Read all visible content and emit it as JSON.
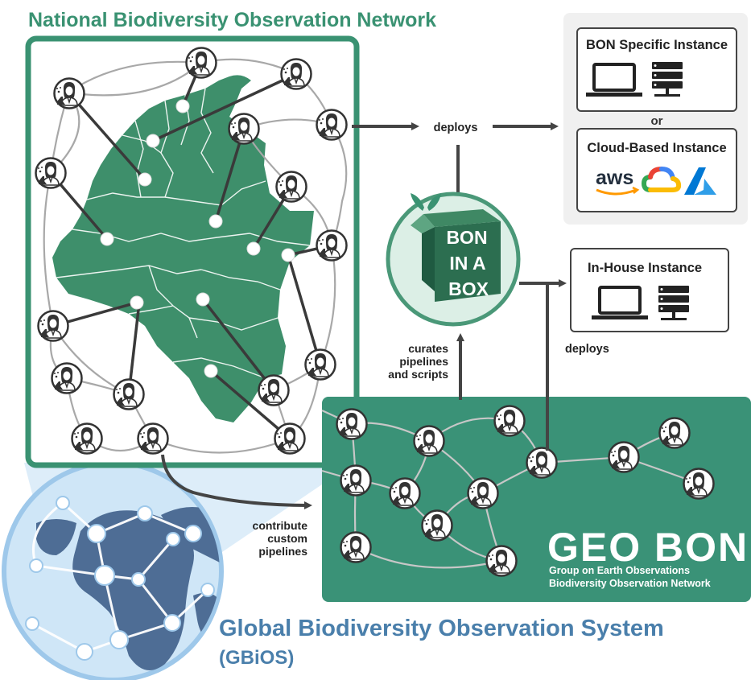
{
  "nbon": {
    "title": "National Biodiversity Observation Network"
  },
  "gbios": {
    "title": "Global Biodiversity Observation System",
    "abbr": "(GBiOS)"
  },
  "instances": {
    "bon_specific": "BON Specific Instance",
    "or": "or",
    "cloud_based": "Cloud-Based Instance",
    "in_house": "In-House Instance",
    "cloud_logos": {
      "aws": "aws"
    }
  },
  "flow": {
    "deploys_top": "deploys",
    "deploys_side": "deploys",
    "curates": [
      "curates",
      "pipelines",
      "and scripts"
    ],
    "contribute": [
      "contribute",
      "custom",
      "pipelines"
    ]
  },
  "box": {
    "lines": [
      "BON",
      "IN A",
      "BOX"
    ]
  },
  "geobon": {
    "logo": "GEO BON",
    "line1": "Group on Earth Observations",
    "line2": "Biodiversity Observation Network"
  },
  "colors": {
    "nbon_green": "#3a9272",
    "map_green": "#3e8f6b",
    "geobon_teal": "#3a9277",
    "gbios_blue": "#4a7fab",
    "arrow_gray": "#444444",
    "panel_gray": "#f0f0f0",
    "globe_light": "#cfe6f7",
    "globe_land": "#4e6d95"
  }
}
